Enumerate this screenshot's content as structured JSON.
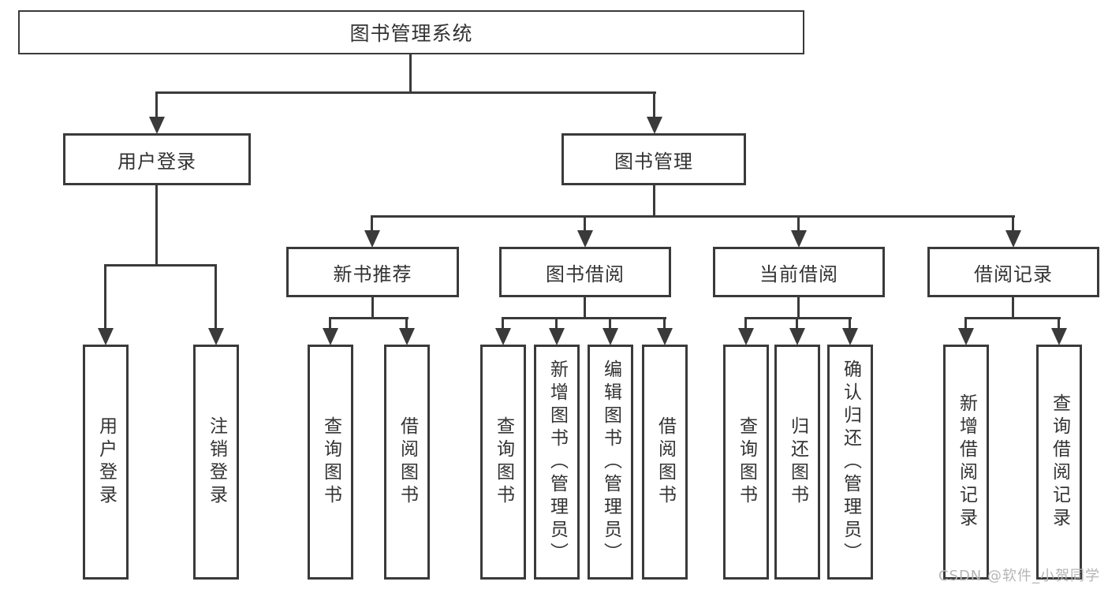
{
  "tree": {
    "root": {
      "label": "图书管理系统"
    },
    "branches": [
      {
        "label": "用户登录",
        "children": [
          {
            "label": "用户登录"
          },
          {
            "label": "注销登录"
          }
        ]
      },
      {
        "label": "图书管理",
        "children": [
          {
            "label": "新书推荐",
            "children": [
              {
                "label": "查询图书"
              },
              {
                "label": "借阅图书"
              }
            ]
          },
          {
            "label": "图书借阅",
            "children": [
              {
                "label": "查询图书"
              },
              {
                "label": "新增图书（管理员）"
              },
              {
                "label": "编辑图书（管理员）"
              },
              {
                "label": "借阅图书"
              }
            ]
          },
          {
            "label": "当前借阅",
            "children": [
              {
                "label": "查询图书"
              },
              {
                "label": "归还图书"
              },
              {
                "label": "确认归还（管理员）"
              }
            ]
          },
          {
            "label": "借阅记录",
            "children": [
              {
                "label": "新增借阅记录"
              },
              {
                "label": "查询借阅记录"
              }
            ]
          }
        ]
      }
    ]
  },
  "watermark": {
    "text": "CSDN @软件_小贺同学"
  },
  "colors": {
    "line": "#3a3a3a",
    "text": "#333333",
    "watermark": "#b5b5b5",
    "bg": "#ffffff"
  }
}
